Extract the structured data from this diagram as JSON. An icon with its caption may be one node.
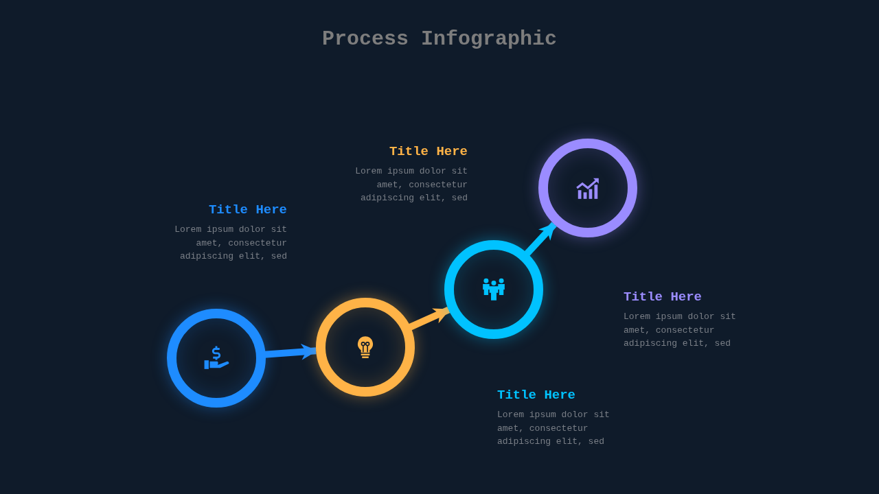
{
  "diagram": {
    "title": "Process Infographic",
    "nodes": [
      {
        "text": [],
        "shape": "circle",
        "beside": [
          "Title Here",
          "Lorem ipsum dolor sit amet, consectetur adipiscing elit, sed"
        ]
      },
      {
        "text": [],
        "shape": "circle",
        "beside": [
          "Title Here",
          "Lorem ipsum dolor sit amet, consectetur adipiscing elit, sed"
        ]
      },
      {
        "text": [],
        "shape": "circle",
        "beside": [
          "Title Here",
          "Lorem ipsum dolor sit amet, consectetur adipiscing elit, sed"
        ]
      },
      {
        "text": [],
        "shape": "circle",
        "beside": [
          "Title Here",
          "Lorem ipsum dolor sit amet, consectetur adipiscing elit, sed"
        ]
      }
    ],
    "edges": [
      {
        "from": 0,
        "to": 1,
        "arrow": "to",
        "color": "#1e8cff"
      },
      {
        "from": 1,
        "to": 2,
        "arrow": "to",
        "color": "#ffb347"
      },
      {
        "from": 2,
        "to": 3,
        "arrow": "to",
        "color": "#00c2ff"
      }
    ]
  }
}
